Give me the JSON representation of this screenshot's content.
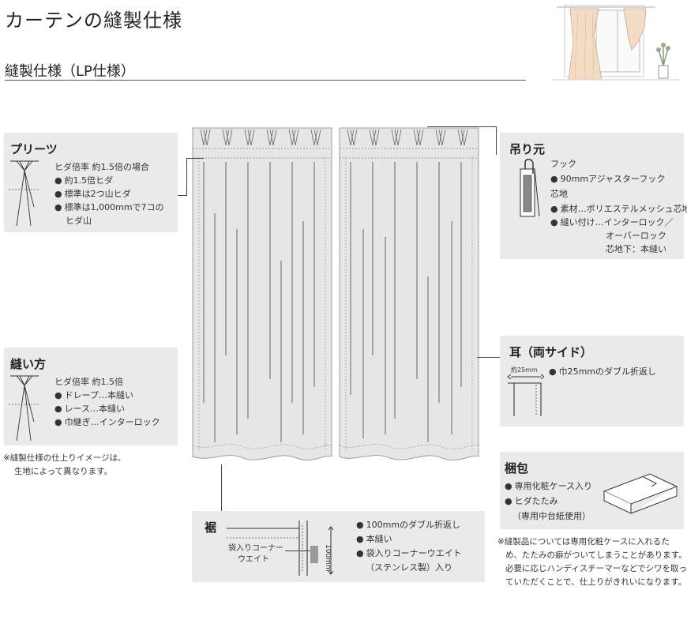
{
  "header": {
    "title": "カーテンの縫製仕様",
    "subtitle": "縫製仕様（LP仕様）"
  },
  "pleats": {
    "title": "プリーツ",
    "lines": [
      "ヒダ倍率 約1.5倍の場合",
      "約1.5倍ヒダ",
      "標準は2つ山ヒダ",
      "標準は1,000mmで7コの",
      "ヒダ山"
    ]
  },
  "sewing": {
    "title": "縫い方",
    "lines": [
      "ヒダ倍率 約1.5倍",
      "ドレープ…本縫い",
      "レース…本縫い",
      "巾継ぎ…インターロック"
    ]
  },
  "note_left": {
    "lines": [
      "※縫製仕様の仕上りイメージは、",
      "生地によって異なります。"
    ]
  },
  "hanging": {
    "title": "吊り元",
    "hook_heading": "フック",
    "hook_item": "90mmアジャスターフック",
    "core_heading": "芯地",
    "core_items": [
      "素材…ポリエステルメッシュ芯地",
      "縫い付け…インターロック／",
      "オーバーロック",
      "芯地下：本縫い"
    ]
  },
  "ear": {
    "title": "耳（両サイド）",
    "dimension": "約25mm",
    "item": "巾25mmのダブル折返し"
  },
  "packing": {
    "title": "梱包",
    "items": [
      "専用化粧ケース入り",
      "ヒダたたみ"
    ],
    "sub": "（専用中台紙使用）"
  },
  "note_right": {
    "lines": [
      "※縫製品については専用化粧ケースに入れるた",
      "め、たたみの癖がついてしまうことがあります。",
      "必要に応じハンディスチーマーなどでシワを取っ",
      "ていただくことで、仕上りがきれいになります。"
    ]
  },
  "hem": {
    "title": "裾",
    "weight_label": [
      "袋入りコーナー",
      "ウエイト"
    ],
    "dimension": "100mm",
    "items": [
      "100mmのダブル折返し",
      "本縫い",
      "袋入りコーナーウエイト"
    ],
    "sub": "（ステンレス製）入り"
  }
}
